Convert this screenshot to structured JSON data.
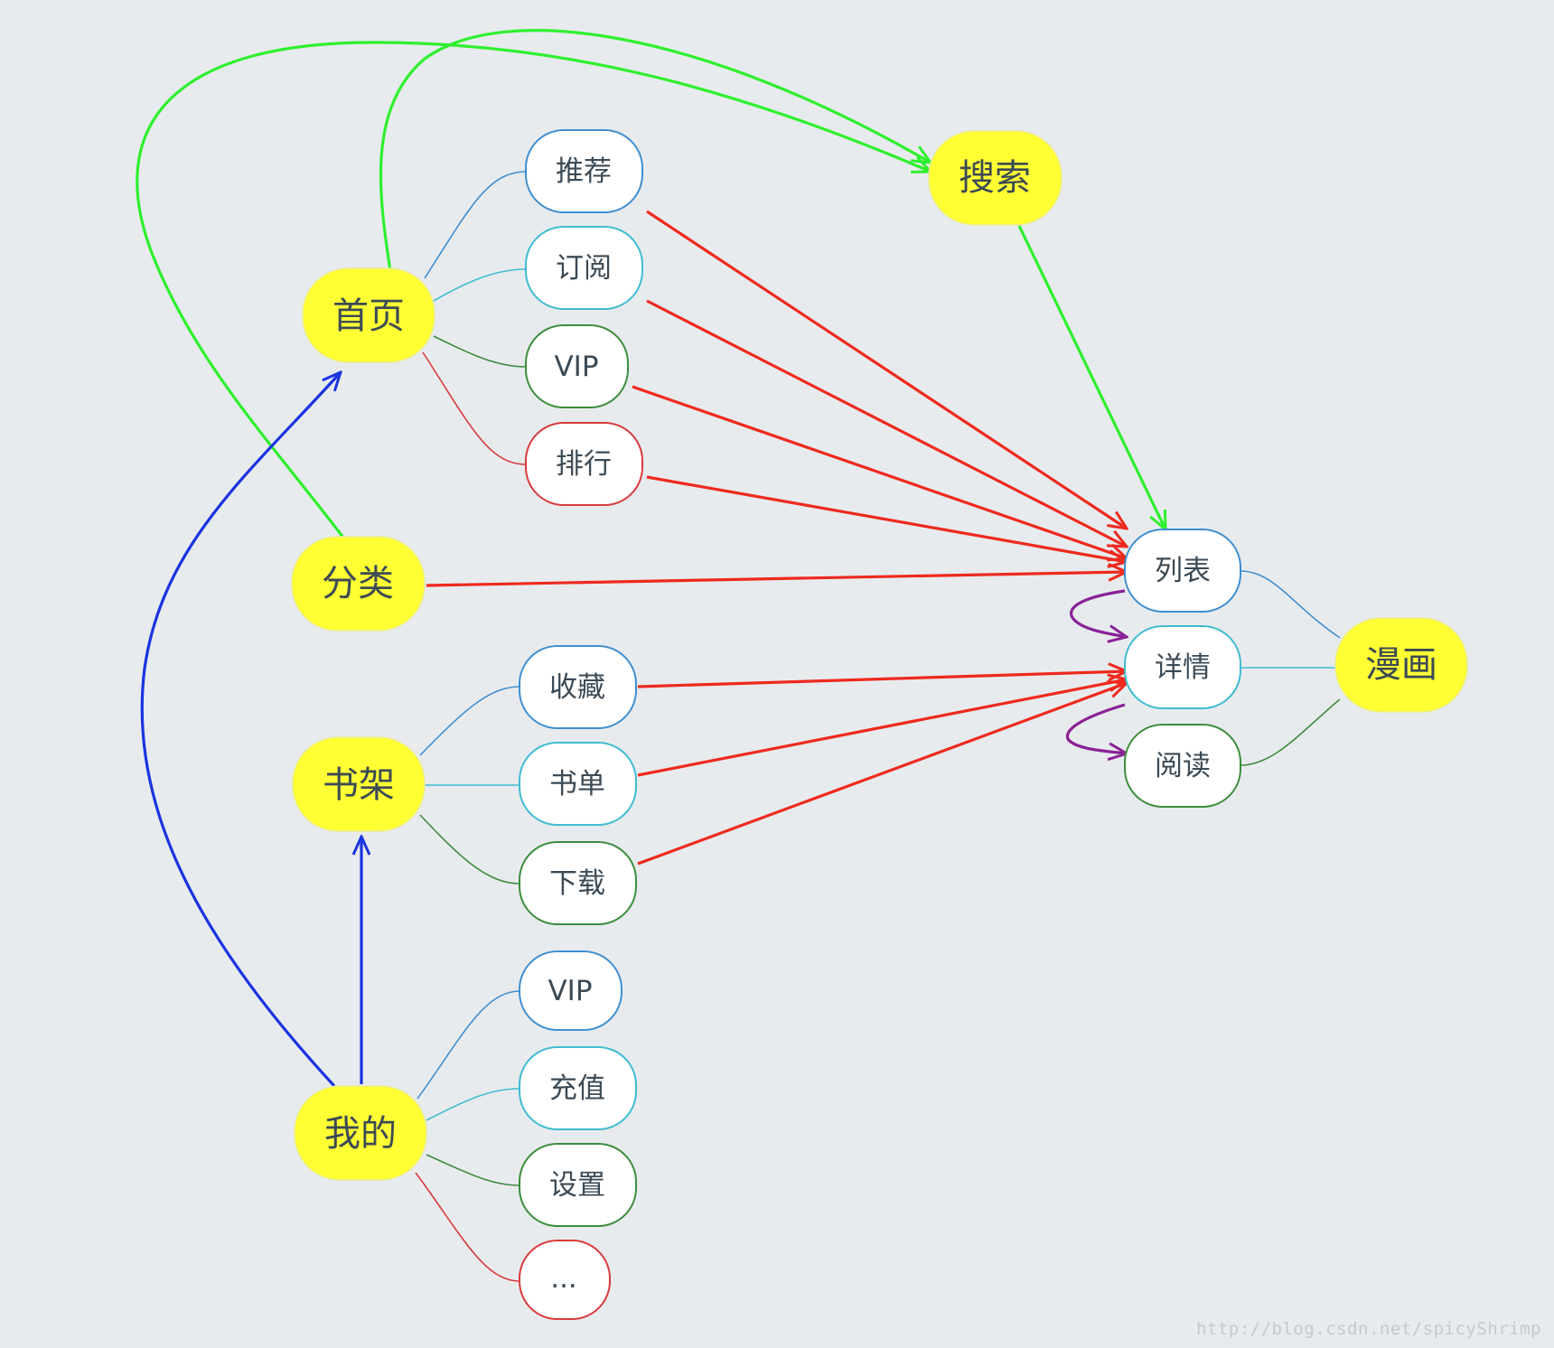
{
  "colors": {
    "background": "#e8ebee",
    "main_node_fill": "#ffff33",
    "sub_node_fill": "#ffffff",
    "edge_blue": "#3f8fd0",
    "edge_cyan": "#3fbcd0",
    "edge_green": "#3c8d3c",
    "edge_red": "#d83b3b",
    "arrow_red": "#ee2a1e",
    "arrow_green": "#2ef02e",
    "arrow_blue": "#1a34e0",
    "arrow_purple": "#8a2296"
  },
  "main_nodes": {
    "home": "首页",
    "category": "分类",
    "bookshelf": "书架",
    "mine": "我的",
    "search": "搜索",
    "comic": "漫画"
  },
  "sub_nodes": {
    "recommend": "推荐",
    "subscribe": "订阅",
    "vip_home": "VIP",
    "rank": "排行",
    "favorite": "收藏",
    "booklist": "书单",
    "download": "下载",
    "vip_mine": "VIP",
    "recharge": "充值",
    "settings": "设置",
    "more": "...",
    "list": "列表",
    "detail": "详情",
    "read": "阅读"
  },
  "watermark": "http://blog.csdn.net/spicyShrimp"
}
